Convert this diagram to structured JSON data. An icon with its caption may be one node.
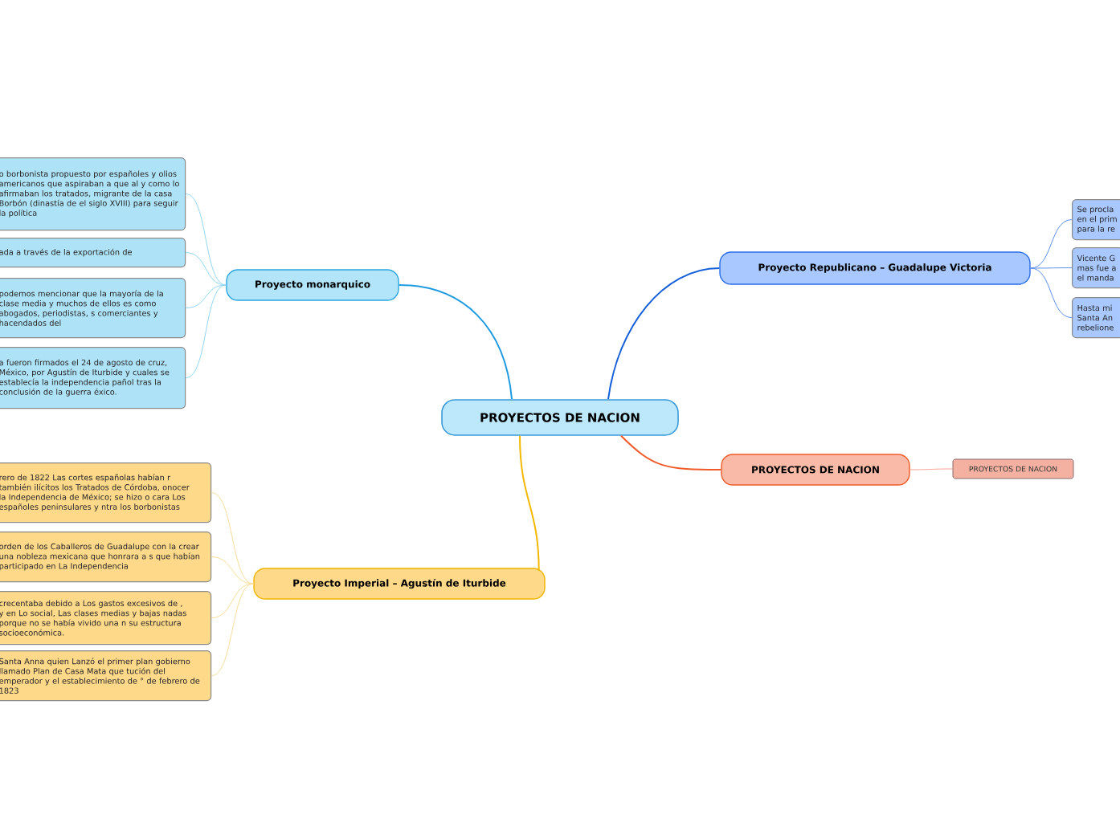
{
  "diagram": {
    "nodes": [
      {
        "text": [
          "PROYECTOS DE NACION"
        ]
      },
      {
        "text": [
          "Proyecto monarquico"
        ]
      },
      {
        "text": [
          "o borbonista propuesto por españoles y olios americanos que aspiraban a que al y como lo afirmaban los tratados, migrante de la casa Borbón (dinastía de el siglo XVIII) para seguir la política"
        ]
      },
      {
        "text": [
          "ada a través de la exportación de"
        ]
      },
      {
        "text": [
          "podemos mencionar que la mayoría de la clase media y muchos de ellos es como abogados, periodistas, s comerciantes y hacendados del"
        ]
      },
      {
        "text": [
          "a fueron firmados el 24 de agosto de cruz, México, por Agustín de Iturbide y cuales se establecía la independencia pañol tras la conclusión de la guerra éxico."
        ]
      },
      {
        "text": [
          "Proyecto Republicano – Guadalupe Victoria"
        ]
      },
      {
        "text": [
          "Se procla en el prim para la re"
        ]
      },
      {
        "text": [
          "Vicente G mas fue a el manda"
        ]
      },
      {
        "text": [
          "Hasta mi Santa An rebelione"
        ]
      },
      {
        "text": [
          "PROYECTOS DE NACION"
        ]
      },
      {
        "text": [
          "PROYECTOS DE NACION"
        ]
      },
      {
        "text": [
          "Proyecto Imperial – Agustín de Iturbide"
        ]
      },
      {
        "text": [
          "rero de 1822 Las cortes españolas habían r también ilícitos los Tratados de Córdoba, onocer la Independencia de México; se hizo o cara Los españoles peninsulares y ntra los borbonistas"
        ]
      },
      {
        "text": [
          "orden de los Caballeros de Guadalupe con la crear una nobleza mexicana que honrara a s que habían participado en La Independencia"
        ]
      },
      {
        "text": [
          "crecentaba debido a Los gastos excesivos de , y en Lo social, Las clases medias y bajas nadas porque no se había vivido una n su estructura socioeconómica."
        ]
      },
      {
        "text": [
          "Santa Anna quien Lanzó el primer plan gobierno llamado Plan de Casa Mata que tución del emperador y el establecimiento de ° de febrero de 1823"
        ]
      }
    ],
    "edges": [
      {
        "from": 0,
        "to": 1,
        "arrow": "none",
        "color": "#1e9be0"
      },
      {
        "from": 1,
        "to": 2,
        "arrow": "none",
        "color": "#8fd6f2"
      },
      {
        "from": 1,
        "to": 3,
        "arrow": "none",
        "color": "#8fd6f2"
      },
      {
        "from": 1,
        "to": 4,
        "arrow": "none",
        "color": "#8fd6f2"
      },
      {
        "from": 1,
        "to": 5,
        "arrow": "none",
        "color": "#8fd6f2"
      },
      {
        "from": 0,
        "to": 6,
        "arrow": "none",
        "color": "#1560d8"
      },
      {
        "from": 6,
        "to": 7,
        "arrow": "none",
        "color": "#5a8fe8"
      },
      {
        "from": 6,
        "to": 8,
        "arrow": "none",
        "color": "#5a8fe8"
      },
      {
        "from": 6,
        "to": 9,
        "arrow": "none",
        "color": "#5a8fe8"
      },
      {
        "from": 0,
        "to": 10,
        "arrow": "none",
        "color": "#f05a28"
      },
      {
        "from": 10,
        "to": 11,
        "arrow": "none",
        "color": "#f8a090"
      },
      {
        "from": 0,
        "to": 12,
        "arrow": "none",
        "color": "#f5b800"
      },
      {
        "from": 12,
        "to": 13,
        "arrow": "none",
        "color": "#f8dc98"
      },
      {
        "from": 12,
        "to": 14,
        "arrow": "none",
        "color": "#f8dc98"
      },
      {
        "from": 12,
        "to": 15,
        "arrow": "none",
        "color": "#f8dc98"
      },
      {
        "from": 12,
        "to": 16,
        "arrow": "none",
        "color": "#f8dc98"
      }
    ]
  }
}
